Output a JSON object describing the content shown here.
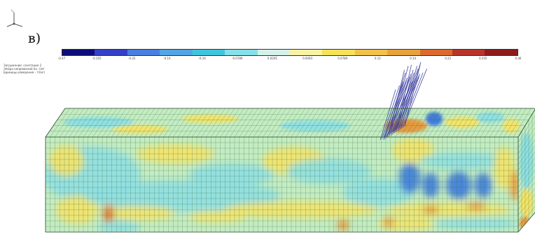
{
  "panel_label": "в)",
  "info_lines": [
    "Загружение: сочетание 2",
    "Эпюра напряжений Sx, т/м²",
    "Единицы измерения – т/(м²)"
  ],
  "legend": {
    "ticks": [
      "-0.47",
      "-0.355",
      "-0.22",
      "-0.14",
      "-0.10",
      "-0.0789",
      "0.0265",
      "0.0493",
      "0.0789",
      "0.12",
      "0.14",
      "0.22",
      "0.355",
      "0.46"
    ],
    "colors": [
      "#0c0c7a",
      "#3340c8",
      "#4a7fe0",
      "#52a6e6",
      "#3fc6de",
      "#86e0e8",
      "#d4f2ea",
      "#f6f3a4",
      "#f4e25a",
      "#f0c24c",
      "#e8a23c",
      "#dc6a2e",
      "#b8342a",
      "#8c1c1c"
    ]
  },
  "colors": {
    "base": "#c3ecc2",
    "cyan": "#8fe0e2",
    "blue": "#3f7edb",
    "yellow": "#f3e46a",
    "orange": "#e79a3d",
    "red": "#c23a2a",
    "mesh": "#3d6b3d",
    "vectors": "#3a3e9e"
  }
}
